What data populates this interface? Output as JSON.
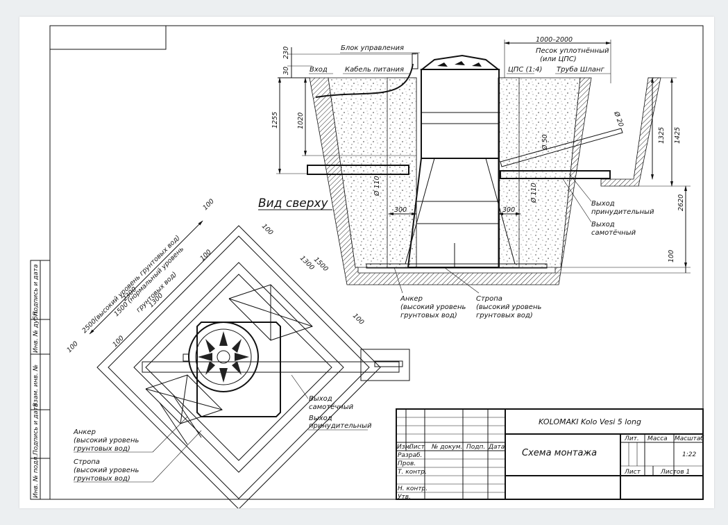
{
  "side_view": {
    "labels": {
      "control_block": "Блок управления",
      "inlet": "Вход",
      "power_cable": "Кабель питания",
      "sand": "Песок уплотнённый",
      "sand_alt": "(или ЦПС)",
      "cps": "ЦПС (1:4)",
      "hose_pipe": "Труба Шланг",
      "forced_outlet": "Выход",
      "forced_outlet_2": "принудительный",
      "gravity_outlet": "Выход",
      "gravity_outlet_2": "самотёчный",
      "anchor": "Анкер",
      "anchor_2": "(высокий уровень",
      "anchor_3": "грунтовых вод)",
      "sling": "Стропа",
      "sling_2": "(высокий уровень",
      "sling_3": "грунтовых вод)"
    },
    "dims": {
      "d230": "230",
      "d30": "30",
      "d1255": "1255",
      "d1020": "1020",
      "d1000_2000": "1000–2000",
      "d1325": "1325",
      "d1425": "1425",
      "d2620": "2620",
      "d100": "100",
      "d300a": "300",
      "d300b": "300",
      "phi110a": "Ø 110",
      "phi110b": "Ø 110",
      "phi50": "Ø 50",
      "phi20": "Ø 20"
    }
  },
  "top_view": {
    "title": "Вид сверху",
    "labels": {
      "gravity_outlet": "Выход",
      "gravity_outlet_2": "самотёчный",
      "forced_outlet": "Выход",
      "forced_outlet_2": "принудительный",
      "anchor": "Анкер",
      "anchor_2": "(высокий уровень",
      "anchor_3": "грунтовых вод)",
      "sling": "Стропа",
      "sling_2": "(высокий уровень",
      "sling_3": "грунтовых вод)"
    },
    "dims": {
      "d2500": "2500(высокий уровень грунтовых вод)",
      "d2300": "2300",
      "d1500a": "1500 (нормальный уровень",
      "d1500b": "грунтовых вод)",
      "d1300a": "1300",
      "d100a": "100",
      "d100b": "100",
      "d100c": "100",
      "d100d": "100",
      "d100e": "100",
      "d100f": "100",
      "d1500": "1500",
      "d1300": "1300"
    }
  },
  "side_stamp": [
    "Подпись и дата",
    "Инв. № дубл.",
    "Взам. инв. №",
    "Подпись и дата",
    "Инв. № подл."
  ],
  "title_block": {
    "product": "KOLOMAKI Kolo Vesi 5 long",
    "drawing_title": "Схема монтажа",
    "col_izm": "Изм.",
    "col_list": "Лист",
    "col_doc": "№ докум.",
    "col_sign": "Подп.",
    "col_date": "Дата",
    "row_razrab": "Разраб.",
    "row_prov": "Пров.",
    "row_tkontr": "Т. контр.",
    "row_nkontr": "Н. контр.",
    "row_utv": "Утв.",
    "lit": "Лит.",
    "mass": "Масса",
    "scale_label": "Масштаб",
    "scale": "1:22",
    "sheet": "Лист",
    "sheets": "Листов 1"
  }
}
